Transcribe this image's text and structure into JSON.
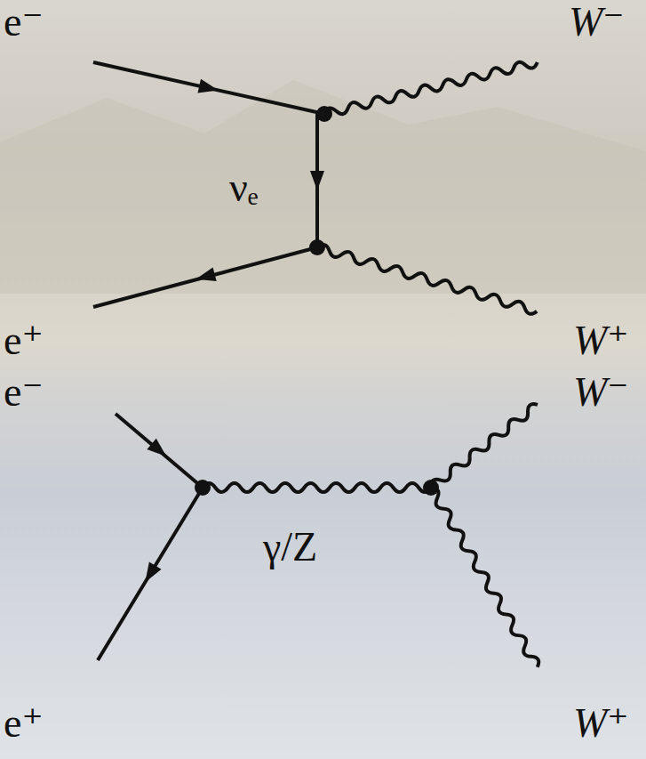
{
  "diagram": {
    "labels": [
      "e⁻",
      "W⁻",
      "νₑ",
      "e⁺",
      "W⁺",
      "e⁻",
      "W⁻",
      "γ/Z",
      "e⁺",
      "W⁺"
    ]
  }
}
